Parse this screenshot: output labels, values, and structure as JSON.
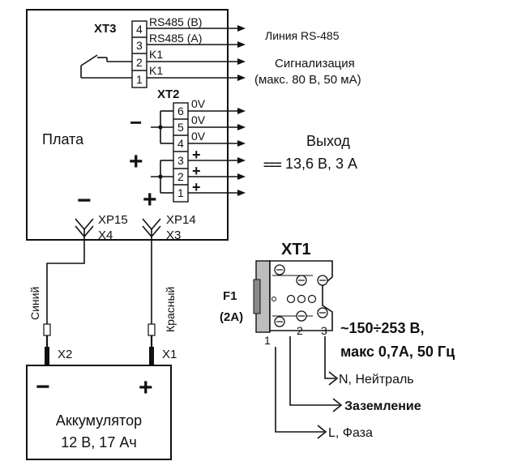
{
  "board": {
    "label": "Плата",
    "minus": "−",
    "plus": "+",
    "xp15": "XP15",
    "x4": "X4",
    "xp14": "XP14",
    "x3": "X3"
  },
  "xt3": {
    "label": "XT3",
    "pins": [
      "4",
      "3",
      "2",
      "1"
    ],
    "signals": [
      "RS485 (B)",
      "RS485 (A)",
      "K1",
      "K1"
    ],
    "line_label": "Линия RS-485",
    "alarm_label": "Сигнализация",
    "alarm_limits": "(макс. 80 В, 50 мА)"
  },
  "xt2": {
    "label": "XT2",
    "pins": [
      "6",
      "5",
      "4",
      "3",
      "2",
      "1"
    ],
    "signals": [
      "0V",
      "0V",
      "0V",
      "+",
      "+",
      "+"
    ],
    "minus": "−",
    "plus": "+",
    "output_label": "Выход",
    "output_value": "13,6 В, 3 А",
    "dc_symbol": "==="
  },
  "battery": {
    "minus": "−",
    "plus": "+",
    "name": "Аккумулятор",
    "spec": "12 В, 17 Ач",
    "x2": "X2",
    "x1": "X1",
    "wire_blue": "Синий",
    "wire_red": "Красный"
  },
  "xt1": {
    "label": "XT1",
    "fuse": "F1",
    "fuse_rating": "(2А)",
    "pins": [
      "1",
      "2",
      "3"
    ],
    "voltage": "~150÷253 В,",
    "limits": "макс  0,7А, 50 Гц",
    "neutral": "N, Нейтраль",
    "ground": "Заземление",
    "phase": "L, Фаза"
  }
}
